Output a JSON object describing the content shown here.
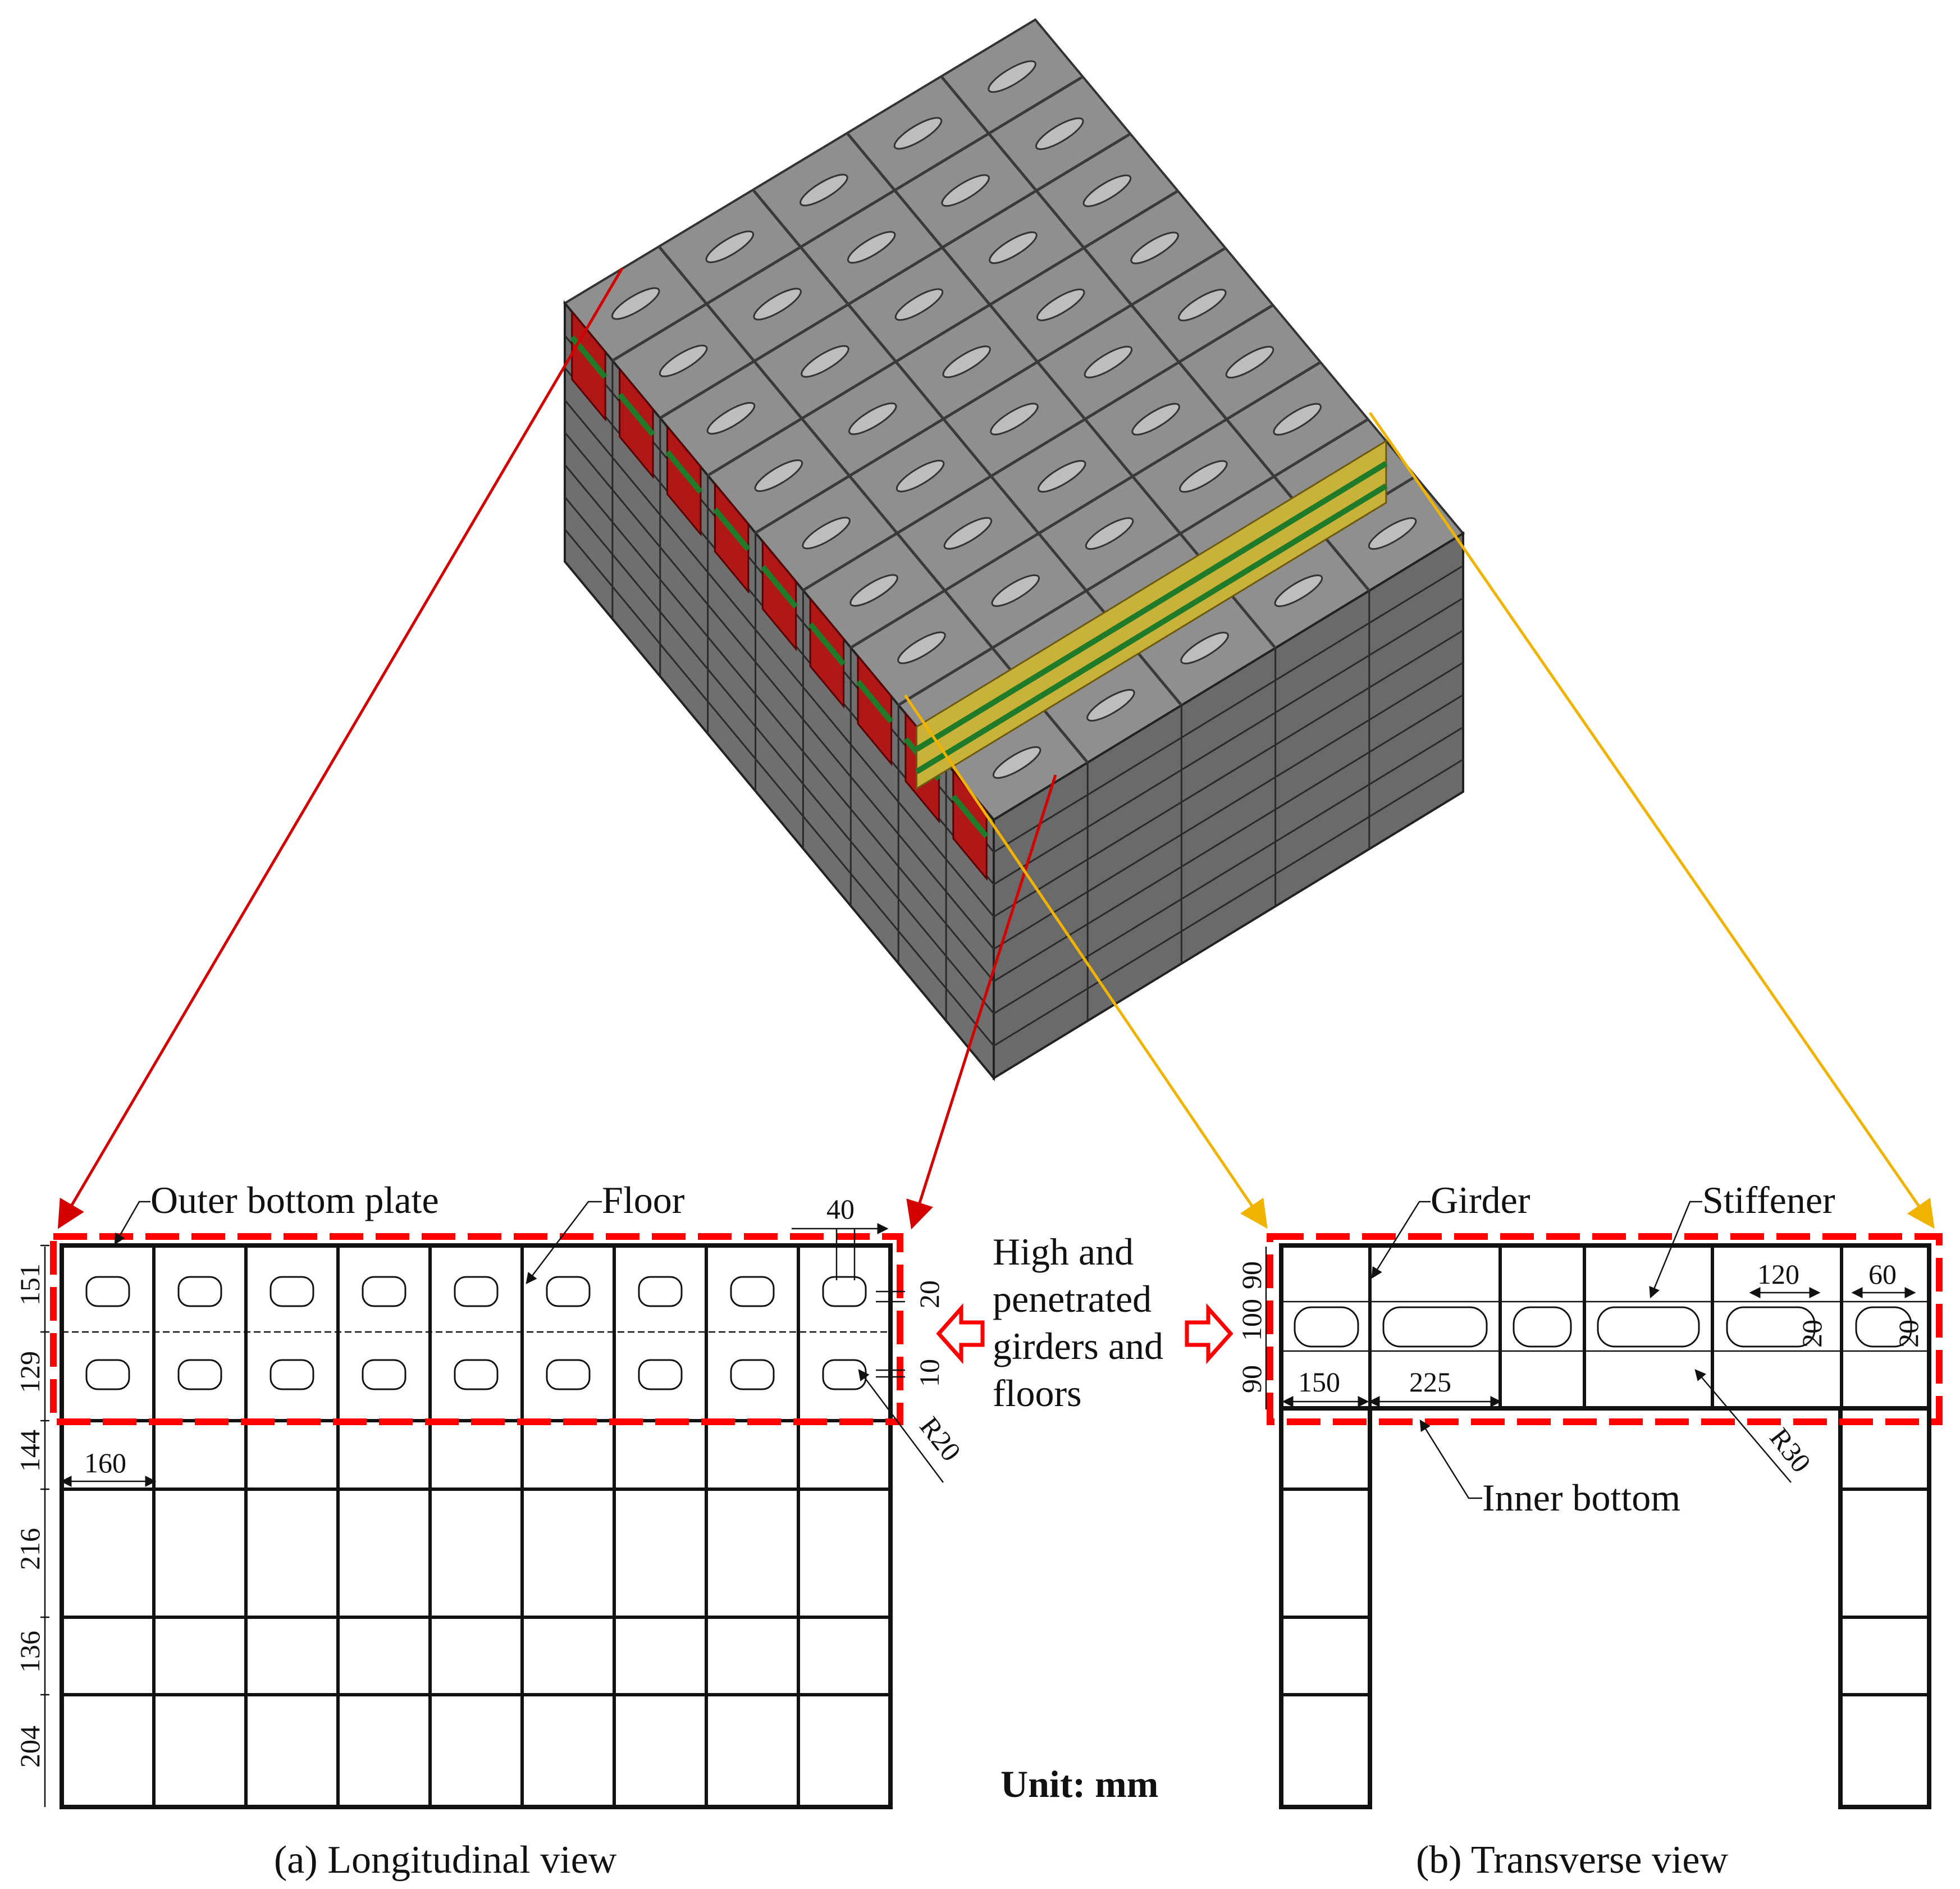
{
  "labels": {
    "outer_bottom_plate": "Outer bottom plate",
    "floor": "Floor",
    "girder": "Girder",
    "stiffener": "Stiffener",
    "inner_bottom": "Inner bottom",
    "center_note": [
      "High and",
      "penetrated",
      "girders and",
      "floors"
    ],
    "unit": "Unit: mm"
  },
  "captions": {
    "a": "(a) Longitudinal view",
    "b": "(b) Transverse view"
  },
  "dimensions": {
    "long_rows": [
      "151",
      "129",
      "144",
      "216",
      "136",
      "204"
    ],
    "long_col_width": "160",
    "long_hole_width": "40",
    "long_hole_top": "20",
    "long_hole_bottom": "10",
    "long_radius": "R20",
    "trans_rows": [
      "90",
      "100",
      "90"
    ],
    "trans_col_a": "150",
    "trans_col_b": "225",
    "trans_hole_120": "120",
    "trans_hole_60": "60",
    "trans_hole_h1": "20",
    "trans_hole_h2": "20",
    "trans_radius": "R30"
  },
  "colors": {
    "structure": "#7a7a7a",
    "floor_highlight": "#b01818",
    "girder_highlight": "#c9b23a",
    "stiffener": "#1f7a2a",
    "red_arrow": "#d40000",
    "yellow_arrow": "#f0b400",
    "dashed_box": "#ff0000"
  },
  "icons": [
    "double-arrow-left-icon",
    "double-arrow-right-icon"
  ]
}
